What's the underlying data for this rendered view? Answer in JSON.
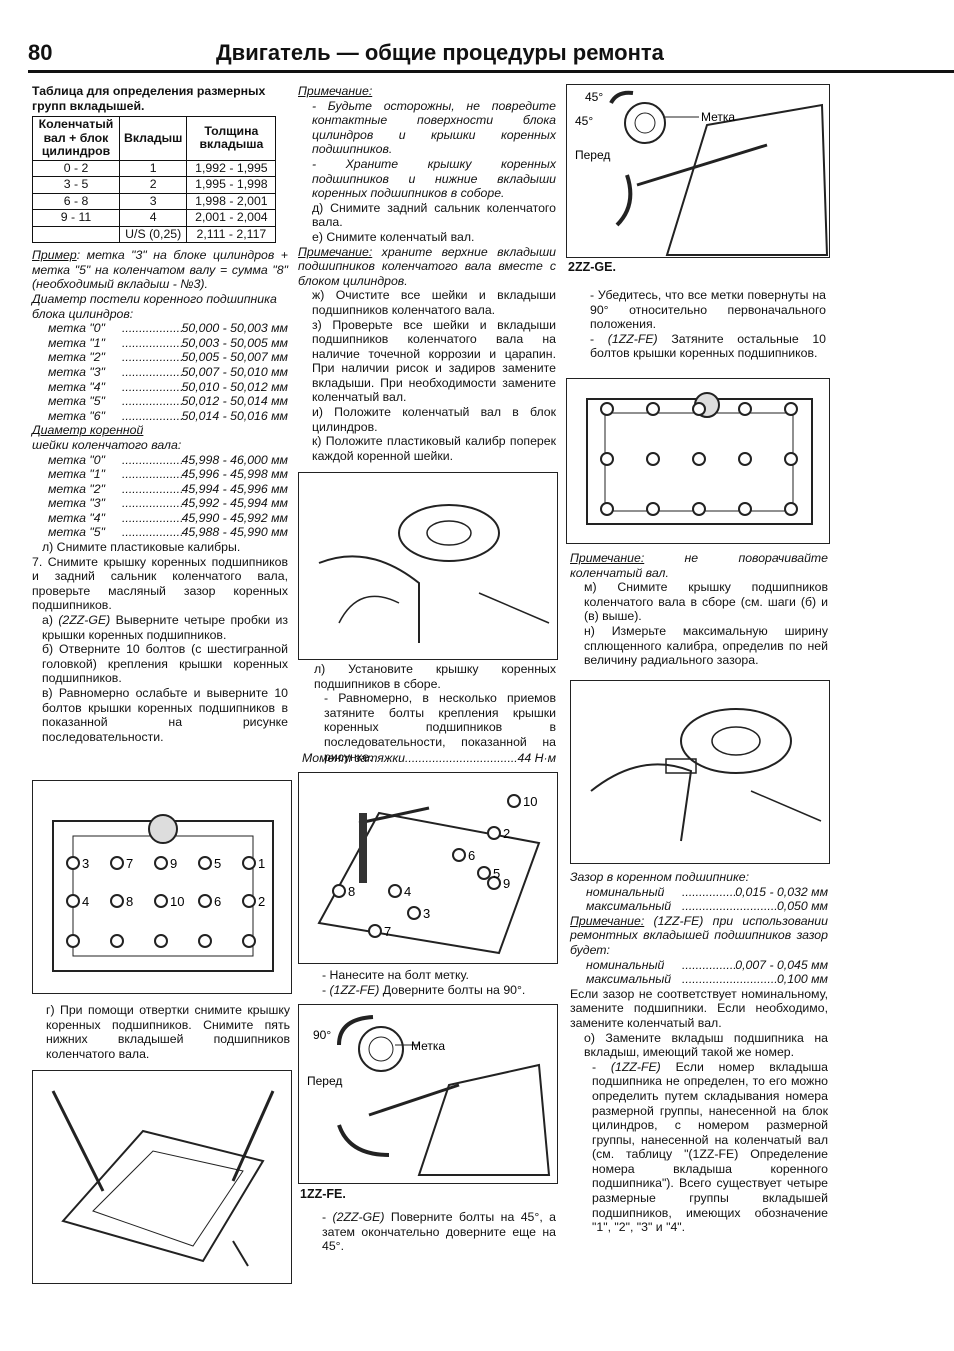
{
  "header": {
    "page_number": "80",
    "title": "Двигатель — общие процедуры ремонта"
  },
  "col1": {
    "table_title": "Таблица для определения размерных групп вкладышей.",
    "table_headers": [
      "Коленчатый вал + блок цилиндров",
      "Вкладыш",
      "Толщина вкладыша"
    ],
    "table_rows": [
      [
        "0 - 2",
        "1",
        "1,992 - 1,995"
      ],
      [
        "3 - 5",
        "2",
        "1,995 - 1,998"
      ],
      [
        "6 - 8",
        "3",
        "1,998 - 2,001"
      ],
      [
        "9 - 11",
        "4",
        "2,001 - 2,004"
      ],
      [
        "",
        "U/S (0,25)",
        "2,111 - 2,117"
      ]
    ],
    "example_label": "Пример",
    "example_text": ": метка \"3\" на блоке цилиндров + метка \"5\" на коленчатом валу = сумма \"8\" (необходимый вкладыш - №3).",
    "block_diam_title": "Диаметр постели коренного подшипника блока цилиндров:",
    "block_marks": [
      {
        "mark": "метка \"0\"",
        "range": "50,000 - 50,003 мм"
      },
      {
        "mark": "метка \"1\"",
        "range": "50,003 - 50,005 мм"
      },
      {
        "mark": "метка \"2\"",
        "range": "50,005 - 50,007 мм"
      },
      {
        "mark": "метка \"3\"",
        "range": "50,007 - 50,010 мм"
      },
      {
        "mark": "метка \"4\"",
        "range": "50,010 - 50,012 мм"
      },
      {
        "mark": "метка \"5\"",
        "range": "50,012 - 50,014 мм"
      },
      {
        "mark": "метка \"6\"",
        "range": "50,014 - 50,016 мм"
      }
    ],
    "shaft_diam_title_1": "Диаметр коренной",
    "shaft_diam_title_2": "шейки коленчатого вала:",
    "shaft_marks": [
      {
        "mark": "метка \"0\"",
        "range": "45,998 - 46,000 мм"
      },
      {
        "mark": "метка \"1\"",
        "range": "45,996 - 45,998 мм"
      },
      {
        "mark": "метка \"2\"",
        "range": "45,994 - 45,996 мм"
      },
      {
        "mark": "метка \"3\"",
        "range": "45,992 - 45,994 мм"
      },
      {
        "mark": "метка \"4\"",
        "range": "45,990 - 45,992 мм"
      },
      {
        "mark": "метка \"5\"",
        "range": "45,988 - 45,990 мм"
      }
    ],
    "step_l": "л) Снимите пластиковые калибры.",
    "step_7": "7. Снимите крышку коренных подшипников и задний сальник коленчатого вала, проверьте масляный зазор коренных подшипников.",
    "step_a_model": "(2ZZ-GE)",
    "step_a": "а) ",
    "step_a_text": " Выверните четыре пробки из крышки коренных подшипников.",
    "step_b": "б) Отверните 10 болтов (с шестигранной головкой) крепления крышки коренных подшипников.",
    "step_v": "в) Равномерно ослабьте и выверните 10 болтов крышки коренных подшипников в показанной на рисунке последовательности.",
    "fig_sequence_numbers": [
      "3",
      "7",
      "9",
      "5",
      "1",
      "4",
      "8",
      "10",
      "6",
      "2"
    ],
    "step_g": "г) При помощи отвертки снимите крышку коренных подшипников. Снимите пять нижних вкладышей подшипников коленчатого вала."
  },
  "col2": {
    "note1_label": "Примечание:",
    "note1_lines": [
      "- Будьте осторожны, не повредите контактные поверхности блока цилиндров и крышки коренных подшипников.",
      "- Храните крышку коренных подшипников и нижние вкладыши коренных подшипников в соборе."
    ],
    "step_d": "д) Снимите задний сальник коленчатого вала.",
    "step_e": "е) Снимите коленчатый вал.",
    "note2_label": "Примечание:",
    "note2_text": " храните верхние вкладыши подшипников коленчатого вала вместе с блоком цилиндров.",
    "step_zh": "ж) Очистите все шейки и вкладыши подшипников коленчатого вала.",
    "step_z": "з) Проверьте все шейки и вкладыши подшипников коленчатого вала на наличие точечной коррозии и царапин. При наличии рисок и задиров замените вкладыши. При необходимости замените коленчатый вал.",
    "step_i": "и) Положите коленчатый вал в блок цилиндров.",
    "step_k": "к) Положите пластиковый калибр поперек каждой коренной шейки.",
    "step_l2": "л) Установите крышку коренных подшипников в сборе.",
    "step_l2_sub": "- Равномерно, в несколько приемов затяните болты крепления крышки коренных подшипников в последовательности, показанной на рисунке.",
    "torque_label": "Момент затяжки",
    "torque_value": "44 Н·м",
    "fig2_numbers": [
      "10",
      "2",
      "6",
      "9",
      "5",
      "8",
      "4",
      "3",
      "7"
    ],
    "mark_bolt": "- Нанесите на болт метку.",
    "fe_model": "(1ZZ-FE)",
    "fe_text": " Доверните болты на 90°.",
    "fig3_angle": "90°",
    "fig3_mark": "Метка",
    "fig3_front": "Перед",
    "fig3_caption": "1ZZ-FE.",
    "ge_model": "(2ZZ-GE)",
    "ge_text": " Поверните болты на 45°, а затем окончательно доверните еще на 45°."
  },
  "col3": {
    "fig_angle_1": "45°",
    "fig_angle_2": "45°",
    "fig_mark": "Метка",
    "fig_front": "Перед",
    "fig_caption": "2ZZ-GE.",
    "check_text": "- Убедитесь, что все метки повернуты на 90° относительно первоначального положения.",
    "fe_model": "(1ZZ-FE)",
    "fe_text": " Затяните остальные 10 болтов крышки коренных подшипников.",
    "note3_label": "Примечание:",
    "note3_text": " не поворачивайте коленчатый вал.",
    "step_m": "м) Снимите крышку подшипников коленчатого вала в сборе (см. шаги (б) и (в) выше).",
    "step_n": "н) Измерьте максимальную ширину сплющенного калибра, определив по ней величину радиального зазора.",
    "gap_title": "Зазор в коренном подшипнике:",
    "gap_rows": [
      {
        "k": "номинальный",
        "v": "0,015 - 0,032 мм"
      },
      {
        "k": "максимальный",
        "v": "0,050 мм"
      }
    ],
    "note4_label": "Примечание:",
    "note4_text": " (1ZZ-FE) при использовании ремонтных вкладышей подшипников зазор будет:",
    "gap2_rows": [
      {
        "k": "номинальный",
        "v": "0,007 - 0,045 мм"
      },
      {
        "k": "максимальный",
        "v": "0,100 мм"
      }
    ],
    "para_gap": "Если зазор не соответствует номинальному, замените подшипники. Если необходимо, замените коленчатый вал.",
    "step_o": "о) Замените вкладыш подшипника на вкладыш, имеющий такой же номер.",
    "fe2_model": "(1ZZ-FE)",
    "fe2_text": " Если номер вкладыша подшипника не определен, то его можно определить путем складывания номера размерной группы, нанесенной на блок цилиндров, с номером размерной группы, нанесенной на коленчатый вал (см. таблицу \"(1ZZ-FE) Определение номера вкладыша коренного подшипника\"). Всего существует четыре размерные группы вкладышей подшипников, имеющих обозначение \"1\", \"2\", \"3\" и \"4\"."
  }
}
